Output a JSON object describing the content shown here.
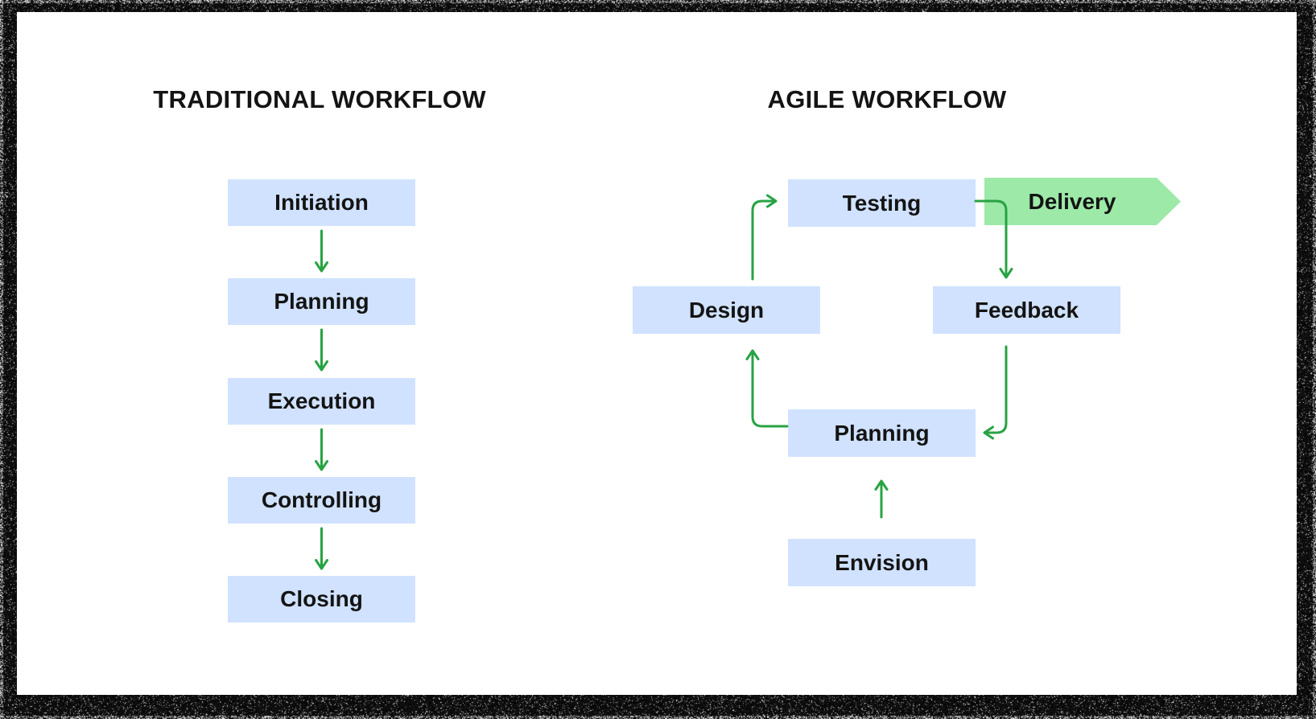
{
  "traditional": {
    "heading": "TRADITIONAL WORKFLOW",
    "steps": [
      "Initiation",
      "Planning",
      "Execution",
      "Controlling",
      "Closing"
    ]
  },
  "agile": {
    "heading": "AGILE WORKFLOW",
    "nodes": {
      "testing": "Testing",
      "delivery": "Delivery",
      "design": "Design",
      "feedback": "Feedback",
      "planning": "Planning",
      "envision": "Envision"
    }
  },
  "colors": {
    "card_bg": "#ffffff",
    "frame": "#000000",
    "box_blue": "#d0e2ff",
    "delivery_green": "#9de9a8",
    "arrow_green": "#27a343",
    "text": "#141414"
  }
}
